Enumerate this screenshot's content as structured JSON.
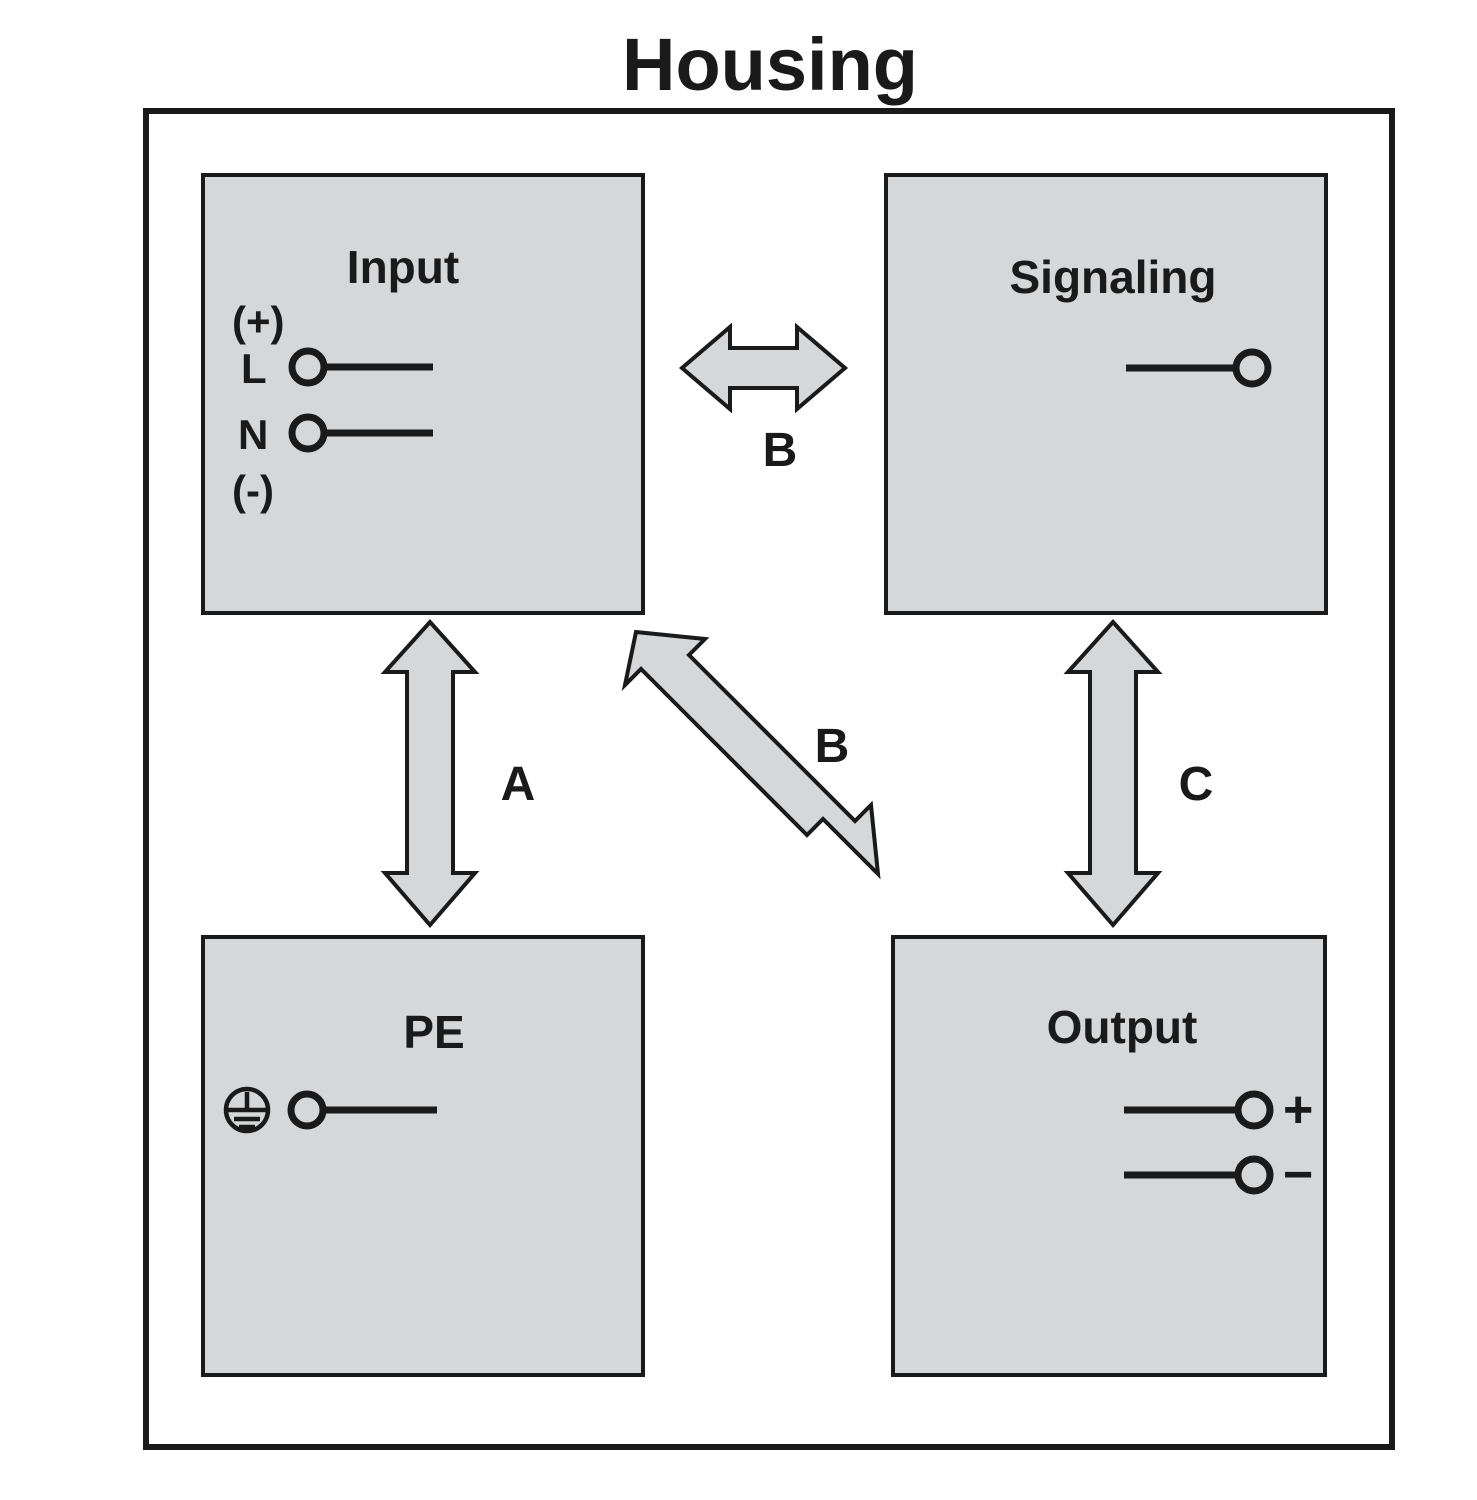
{
  "title": "Housing",
  "colors": {
    "block_fill": "#d6d7d8",
    "arrow_fill": "#d6d7d8",
    "stroke": "#1a1a1a",
    "background": "#ffffff"
  },
  "blocks": {
    "input": {
      "label": "Input",
      "polarity_top": "(+)",
      "polarity_bottom": "(-)",
      "terminals": [
        {
          "label": "L",
          "symbol": "terminal-circle"
        },
        {
          "label": "N",
          "symbol": "terminal-circle"
        }
      ]
    },
    "signaling": {
      "label": "Signaling",
      "terminals": [
        {
          "label": "",
          "symbol": "terminal-circle"
        }
      ]
    },
    "pe": {
      "label": "PE",
      "symbol_name": "protective-earth-icon",
      "terminals": [
        {
          "label": "",
          "symbol": "terminal-circle"
        }
      ]
    },
    "output": {
      "label": "Output",
      "terminals": [
        {
          "label": "+",
          "symbol": "terminal-circle"
        },
        {
          "label": "−",
          "symbol": "terminal-circle"
        }
      ]
    }
  },
  "arrows": [
    {
      "id": "input-signaling",
      "label": "B",
      "direction": "horizontal-bidirectional"
    },
    {
      "id": "input-pe",
      "label": "A",
      "direction": "vertical-bidirectional"
    },
    {
      "id": "input-output",
      "label": "B",
      "direction": "diagonal-bidirectional"
    },
    {
      "id": "signaling-output",
      "label": "C",
      "direction": "vertical-bidirectional"
    }
  ]
}
